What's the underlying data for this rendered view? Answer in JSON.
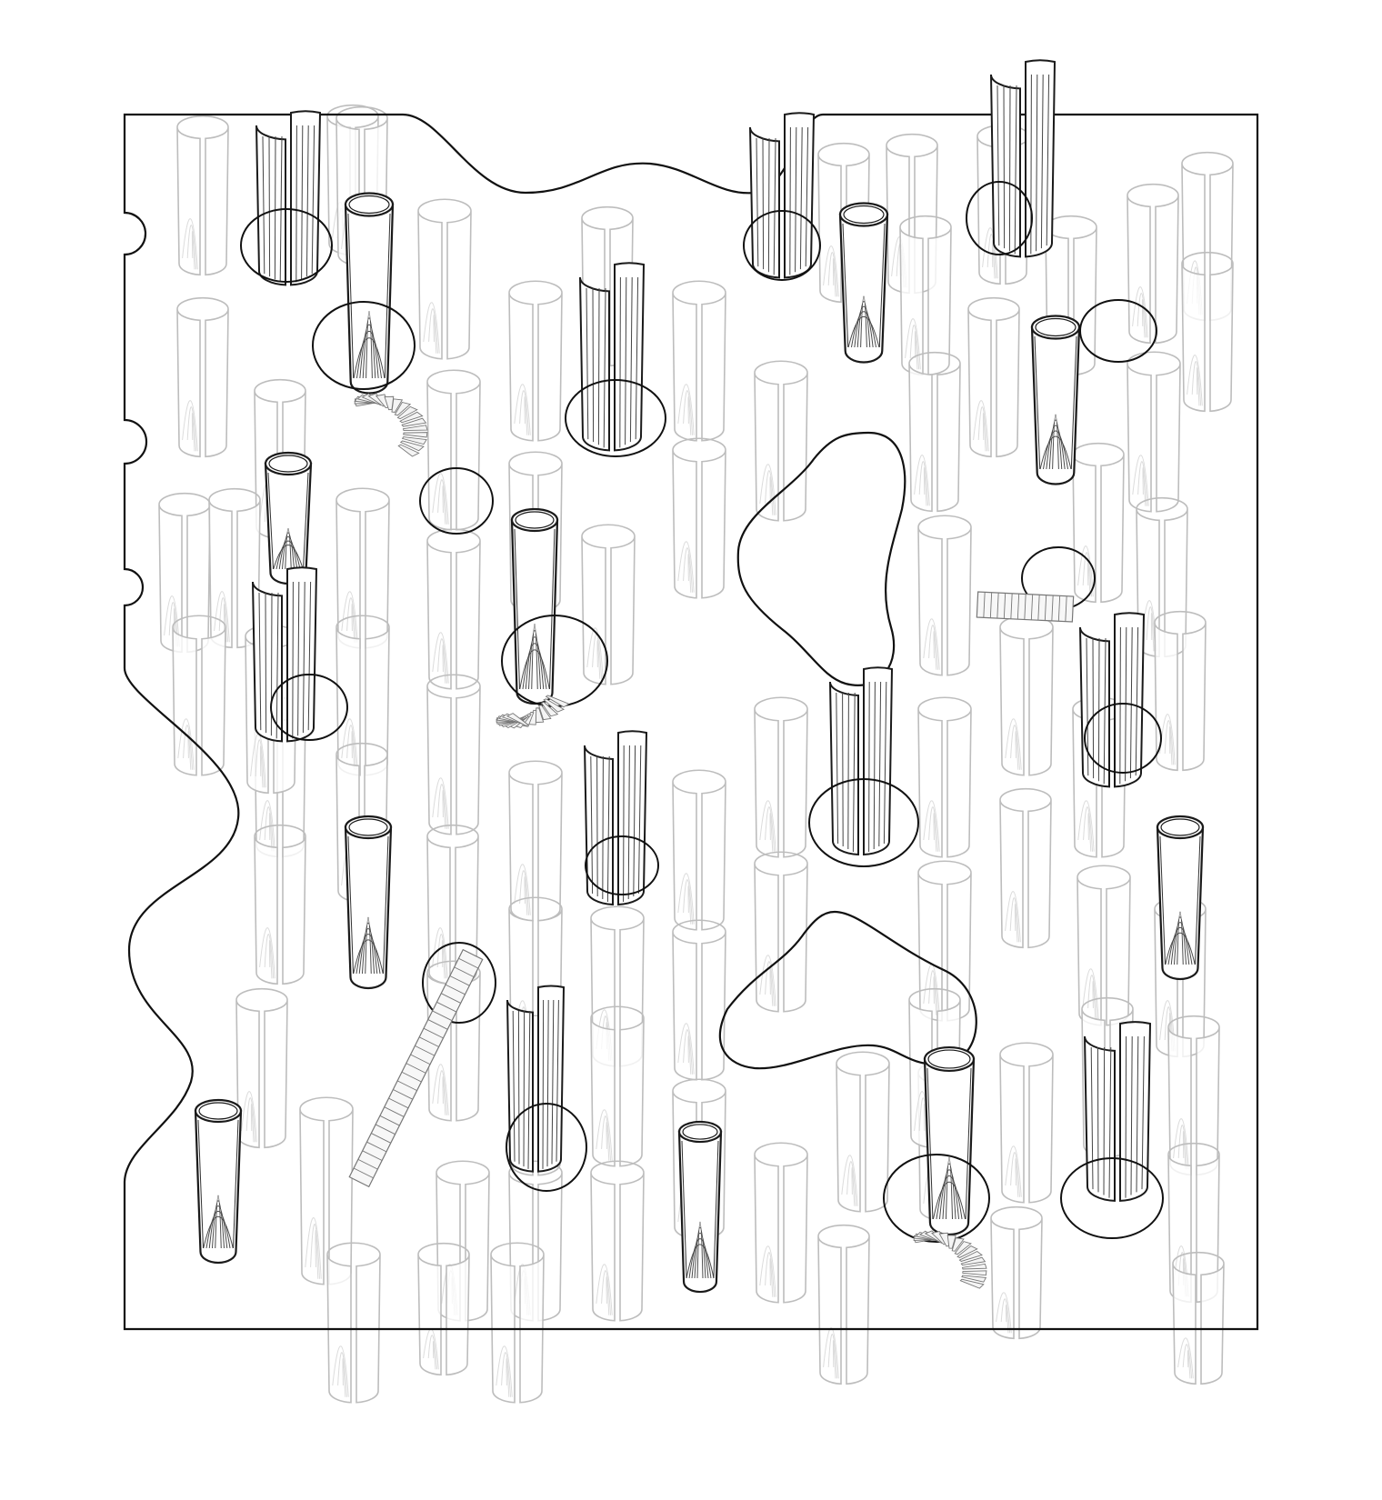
{
  "drawing": {
    "colors": {
      "background": "#ffffff",
      "outline": "#111111",
      "faint_column": "#bdbdbd",
      "dark_column": "#1a1a1a",
      "stair": "#777777"
    },
    "elements": {
      "slab_outline": "slab-outline",
      "voids": [
        "upper-void",
        "lower-void"
      ],
      "column_styles": [
        "faint-split-column",
        "dark-solid-column",
        "dark-split-column"
      ],
      "stair_types": [
        "spiral-stair",
        "straight-stair"
      ],
      "openings": "circular-floor-opening"
    }
  }
}
